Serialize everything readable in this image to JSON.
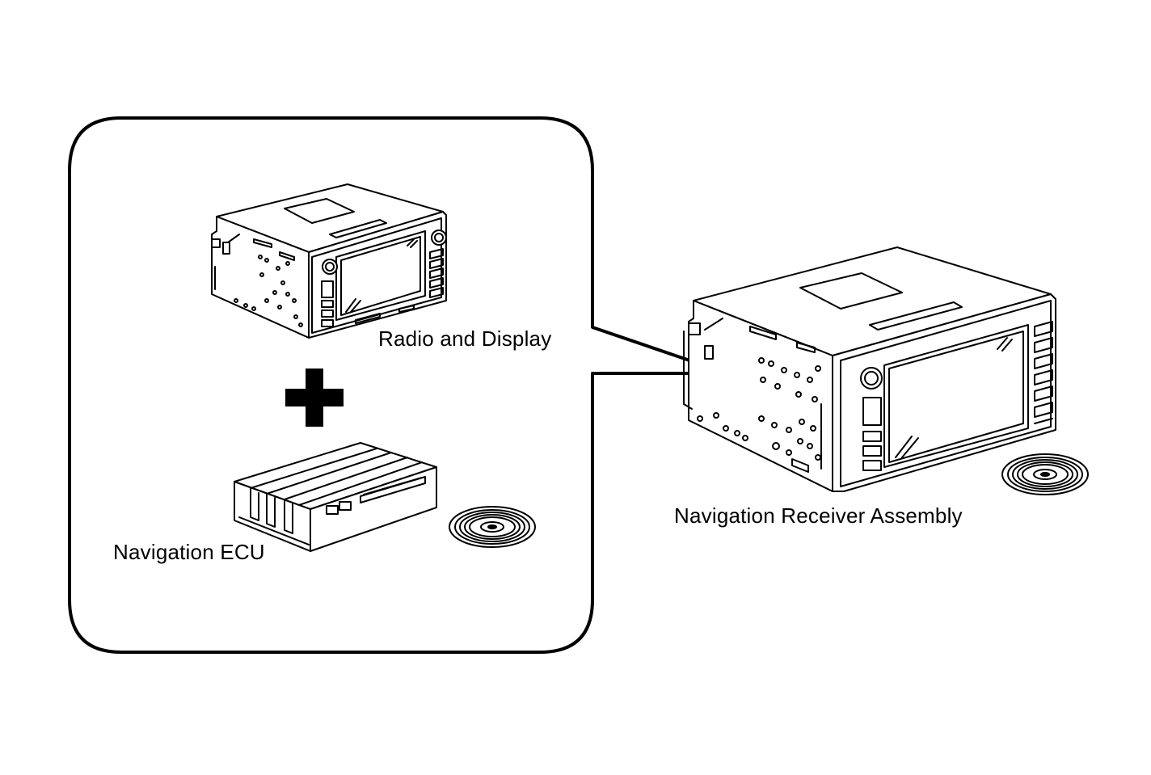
{
  "labels": {
    "radio_and_display": "Radio and Display",
    "navigation_ecu": "Navigation ECU",
    "navigation_receiver_assembly": "Navigation Receiver Assembly"
  },
  "colors": {
    "line": "#000000",
    "background": "#ffffff"
  }
}
